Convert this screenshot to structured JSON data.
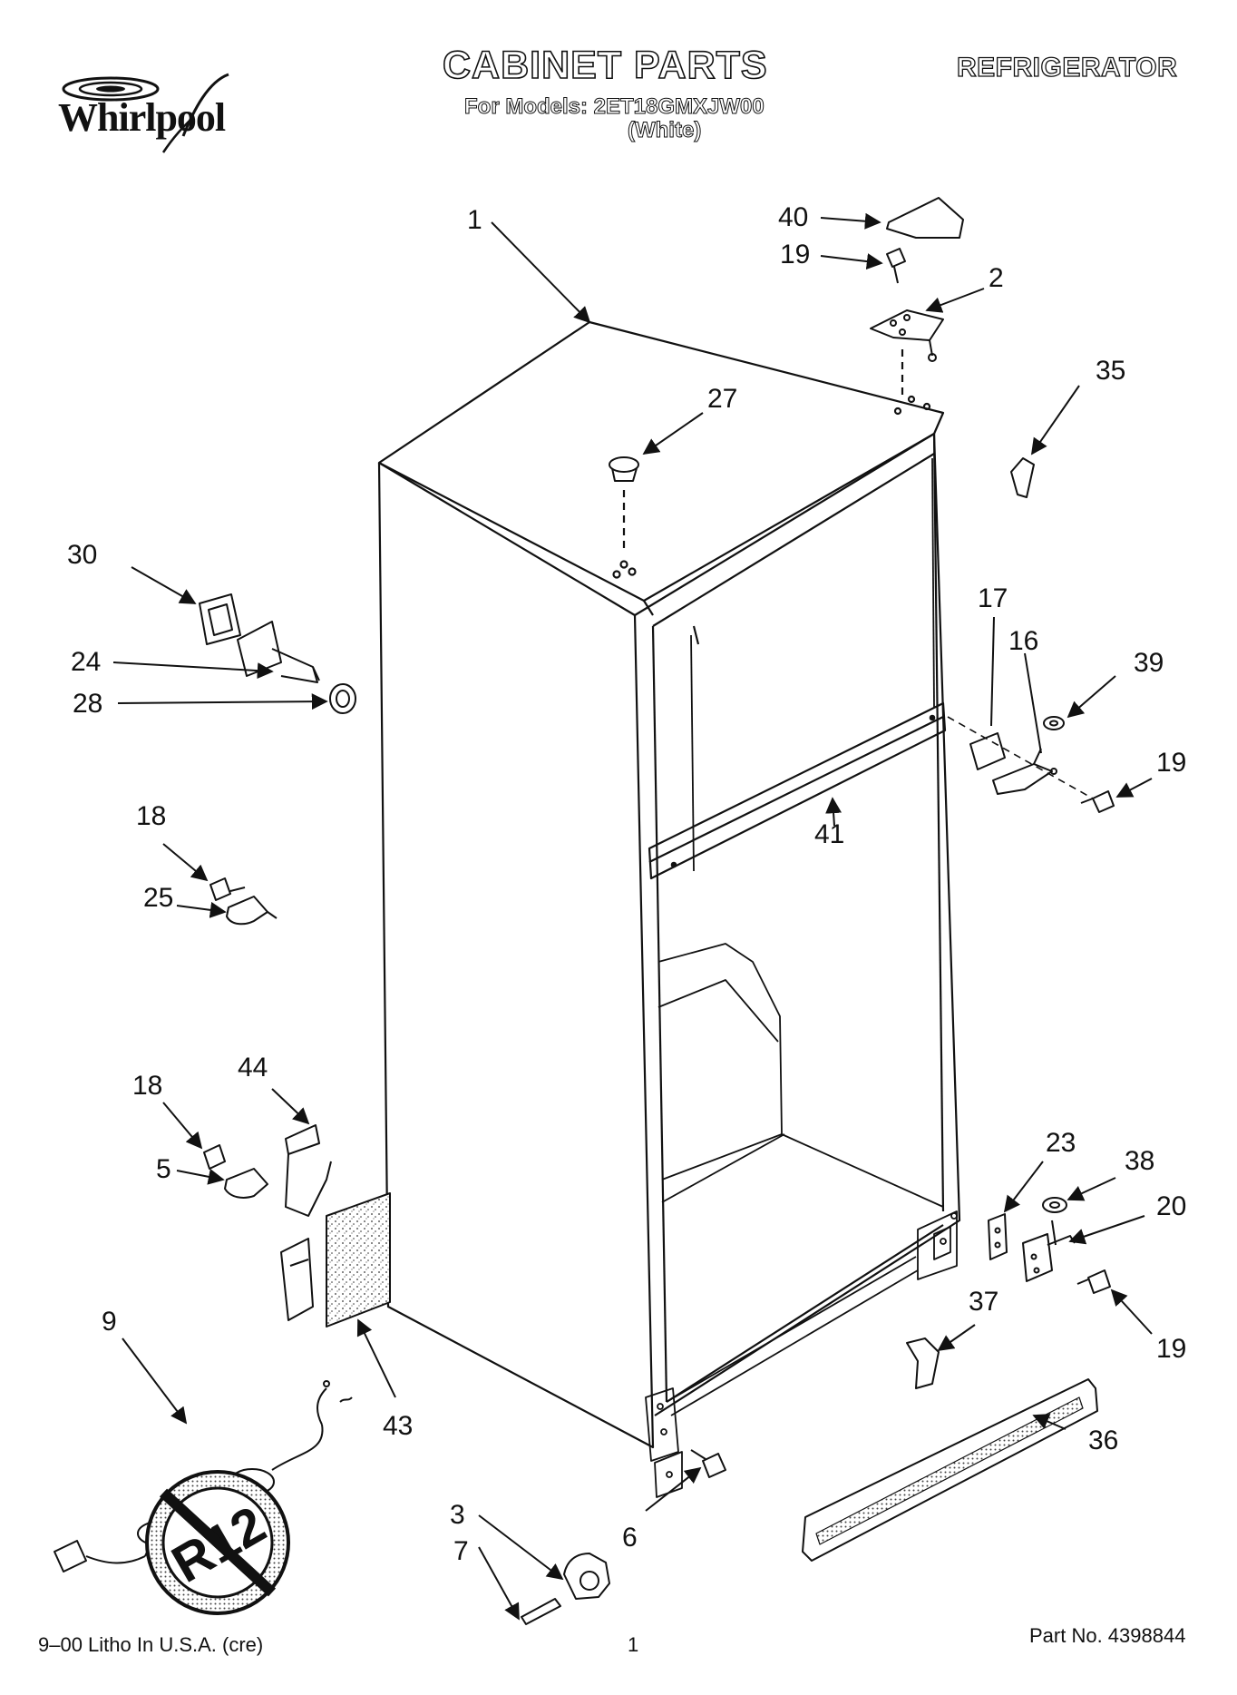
{
  "header": {
    "brand": "Whirlpool",
    "title": "CABINET PARTS",
    "category": "REFRIGERATOR",
    "models_line": "For Models: 2ET18GMXJW00",
    "color_line": "(White)"
  },
  "callouts": [
    "1",
    "40",
    "19",
    "2",
    "35",
    "27",
    "30",
    "24",
    "28",
    "17",
    "16",
    "39",
    "19",
    "41",
    "18",
    "25",
    "44",
    "18",
    "5",
    "23",
    "38",
    "20",
    "19",
    "37",
    "9",
    "43",
    "36",
    "3",
    "7",
    "6"
  ],
  "badge": "R12",
  "footer": {
    "left": "9–00 Litho In U.S.A. (cre)",
    "center": "1",
    "right": "Part No. 4398844"
  }
}
